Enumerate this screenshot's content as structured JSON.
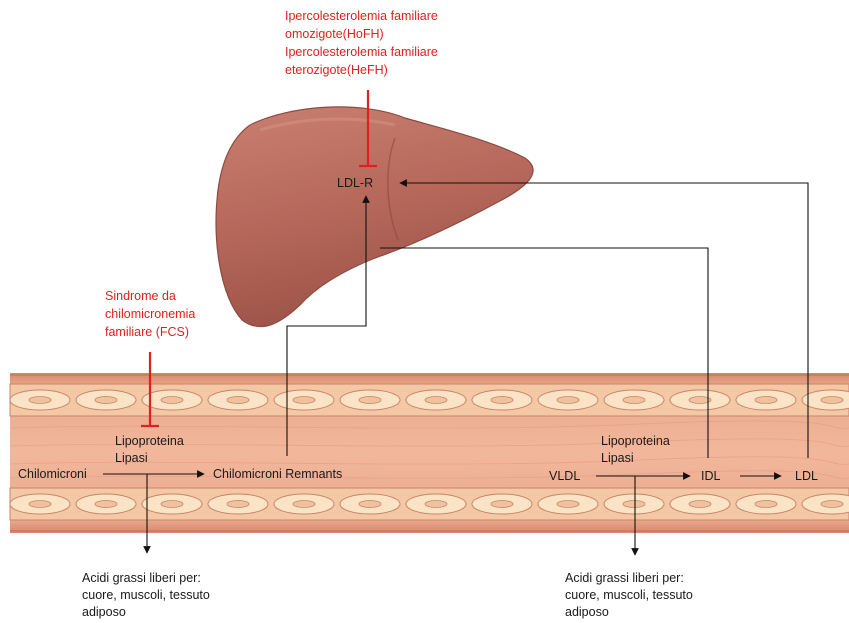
{
  "disorders": {
    "hypercholesterolemia": [
      "Ipercolesterolemia familiare",
      "omozigote(HoFH)",
      "Ipercolesterolemia familiare",
      "eterozigote(HeFH)"
    ],
    "fcs": [
      "Sindrome da",
      "chilomicronemia",
      "familiare (FCS)"
    ]
  },
  "liver": {
    "receptor": "LDL-R"
  },
  "pathway": {
    "chylomicrons": "Chilomicroni",
    "chylomicron_remnants": "Chilomicroni Remnants",
    "vldl": "VLDL",
    "idl": "IDL",
    "ldl": "LDL",
    "lipase_left": [
      "Lipoproteina",
      "Lipasi"
    ],
    "lipase_right": [
      "Lipoproteina",
      "Lipasi"
    ]
  },
  "outputs": {
    "left": [
      "Acidi grassi liberi per:",
      "cuore, muscoli, tessuto",
      "adiposo"
    ],
    "right": [
      "Acidi grassi liberi per:",
      "cuore, muscoli, tessuto",
      "adiposo"
    ]
  },
  "colors": {
    "inhibitor": "#e0201e",
    "liver": "#b86a5c",
    "vessel": "#e9a487",
    "arrow": "#111111"
  }
}
